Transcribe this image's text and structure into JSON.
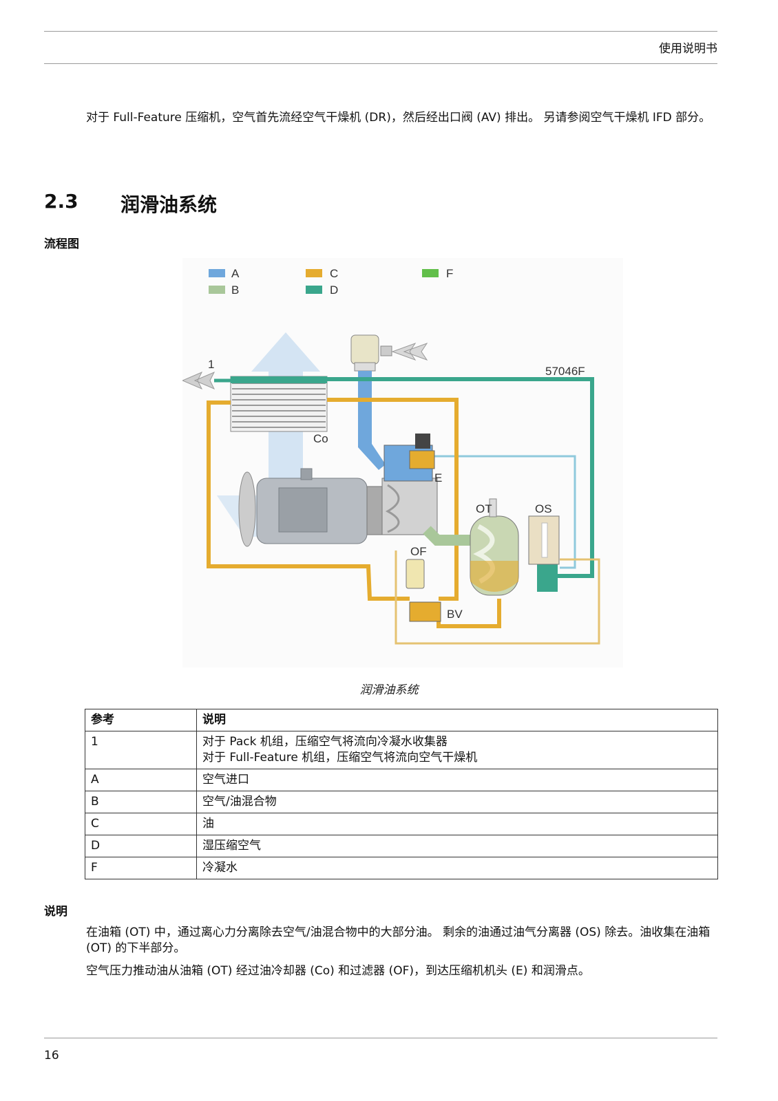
{
  "header": {
    "title": "使用说明书"
  },
  "intro": {
    "text": "对于 Full-Feature 压缩机，空气首先流经空气干燥机 (DR)，然后经出口阀 (AV) 排出。 另请参阅空气干燥机 IFD 部分。"
  },
  "section": {
    "number": "2.3",
    "title": "润滑油系统"
  },
  "flow_heading": "流程图",
  "diagram": {
    "legend": [
      {
        "key": "A",
        "color": "#6fa7dc"
      },
      {
        "key": "B",
        "color": "#a9c79a"
      },
      {
        "key": "C",
        "color": "#e5ac2f"
      },
      {
        "key": "D",
        "color": "#3aa68c"
      },
      {
        "key": "F",
        "color": "#62bf4a"
      }
    ],
    "labels": {
      "one": "1",
      "code": "57046F",
      "co": "Co",
      "e": "E",
      "ot": "OT",
      "os": "OS",
      "of": "OF",
      "bv": "BV"
    },
    "caption": "润滑油系统"
  },
  "table": {
    "headers": [
      "参考",
      "说明"
    ],
    "rows": [
      {
        "ref": "1",
        "lines": [
          "对于 Pack 机组，压缩空气将流向冷凝水收集器",
          "对于 Full-Feature 机组，压缩空气将流向空气干燥机"
        ]
      },
      {
        "ref": "A",
        "lines": [
          "空气进口"
        ]
      },
      {
        "ref": "B",
        "lines": [
          "空气/油混合物"
        ]
      },
      {
        "ref": "C",
        "lines": [
          "油"
        ]
      },
      {
        "ref": "D",
        "lines": [
          "湿压缩空气"
        ]
      },
      {
        "ref": "F",
        "lines": [
          "冷凝水"
        ]
      }
    ]
  },
  "desc_heading": "说明",
  "desc": {
    "p1": "在油箱 (OT) 中，通过离心力分离除去空气/油混合物中的大部分油。 剩余的油通过油气分离器 (OS) 除去。油收集在油箱 (OT) 的下半部分。",
    "p2": "空气压力推动油从油箱 (OT) 经过油冷却器 (Co) 和过滤器 (OF)，到达压缩机机头 (E) 和润滑点。"
  },
  "footer": {
    "page": "16"
  }
}
